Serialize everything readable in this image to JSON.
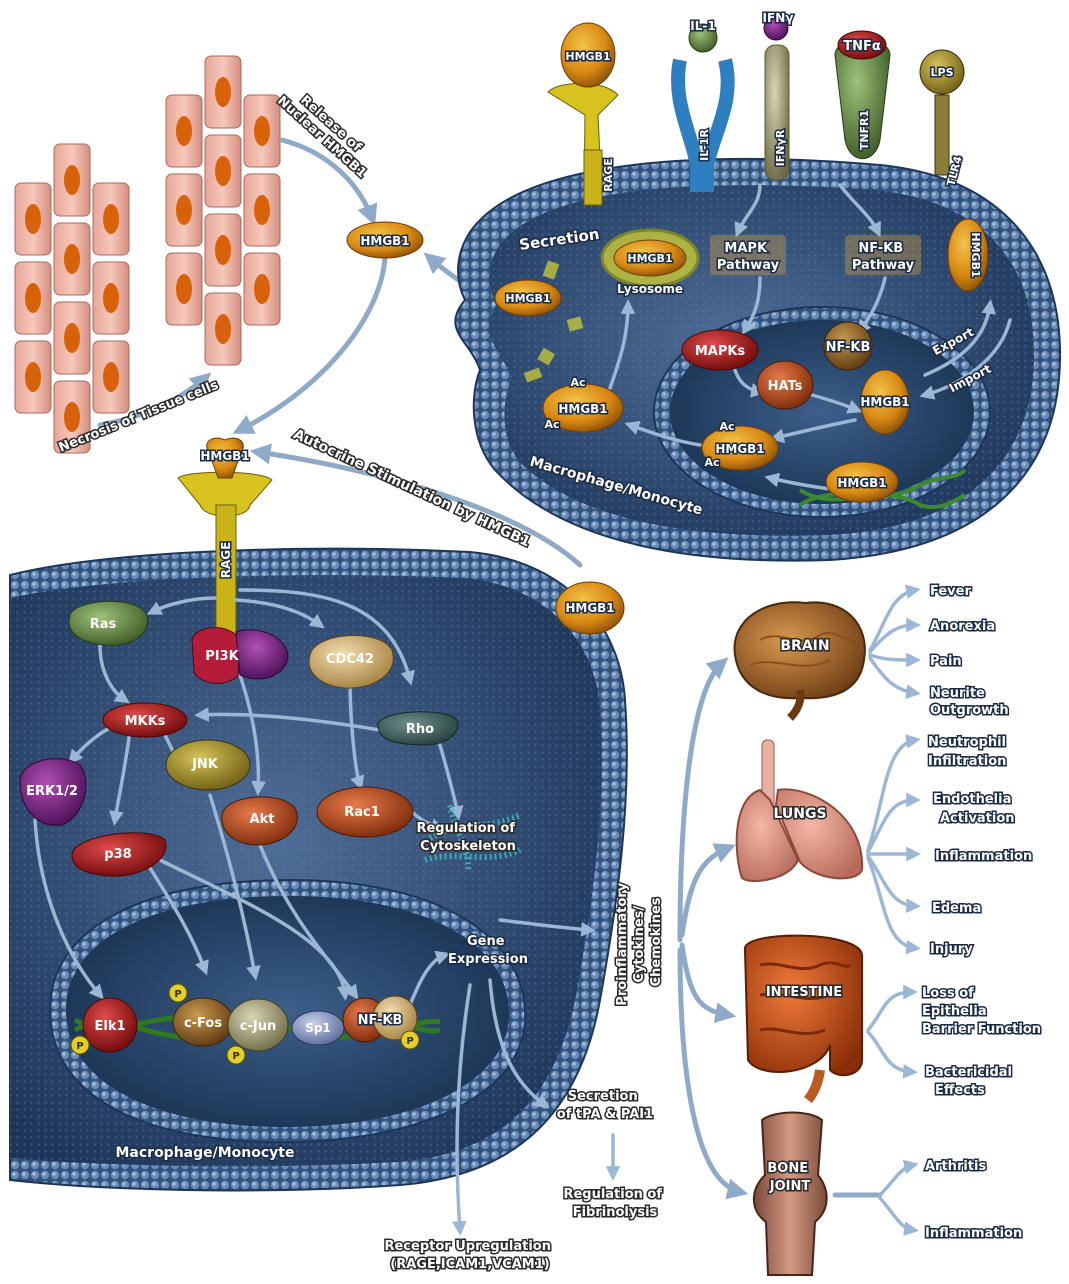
{
  "cells": {
    "release_label": [
      "Release of",
      "Nuclear HMGB1"
    ],
    "necrosis_label": "Necrosis of Tissue cells",
    "autocrine_label": "Autocrine Stimulation by HMGB1"
  },
  "top_cell": {
    "receptors": {
      "hmgb1": "HMGB1",
      "rage": "RAGE",
      "il1": "IL-1",
      "il1r": "IL-1R",
      "ifng": "IFNγ",
      "ifngr": "IFNγR",
      "tnfa": "TNFα",
      "tnfr1": "TNFR1",
      "lps": "LPS",
      "tlr4": "TLR4"
    },
    "secretion": "Secretion",
    "lysosome": "Lysosome",
    "mapk_pathway": [
      "MAPK",
      "Pathway"
    ],
    "nfkb_pathway": [
      "NF-KB",
      "Pathway"
    ],
    "export": "Export",
    "import": "Import",
    "mapks": "MAPKs",
    "nfkb": "NF-KB",
    "hats": "HATs",
    "hmgb1": "HMGB1",
    "ac": "Ac",
    "cell_label": "Macrophage/Monocyte"
  },
  "free_hmgb1": "HMGB1",
  "bottom_cell": {
    "rage": "RAGE",
    "ras": "Ras",
    "pi3k": "PI3K",
    "cdc42": "CDC42",
    "mkks": "MKKs",
    "rho": "Rho",
    "erk": "ERK1/2",
    "jnk": "JNK",
    "akt": "Akt",
    "rac1": "Rac1",
    "p38": "p38",
    "cytoskeleton": [
      "Regulation of",
      "Cytoskeleton"
    ],
    "gene_expression": [
      "Gene",
      "Expression"
    ],
    "elk1": "Elk1",
    "cfos": "c-Fos",
    "cjun": "c-Jun",
    "sp1": "Sp1",
    "nfkb": "NF-KB",
    "p": "P",
    "cell_label": "Macrophage/Monocyte"
  },
  "outputs": {
    "cytokines": [
      "Proinflammatory",
      "Cytokines/",
      "Chemokines"
    ],
    "secretion_tpa": [
      "Secretion",
      "of tPA & PAI1"
    ],
    "fibrinolysis": [
      "Regulation of",
      "Fibrinolysis"
    ],
    "receptor_up": [
      "Receptor Upregulation",
      "(RAGE,ICAM1,VCAM1)"
    ]
  },
  "organs": {
    "brain": {
      "label": "BRAIN",
      "effects": [
        "Fever",
        "Anorexia",
        "Pain",
        "Neurite|Outgrowth"
      ]
    },
    "lungs": {
      "label": "LUNGS",
      "effects": [
        "Neutrophil|Infiltration",
        "Endothelia|Activation",
        "Inflammation",
        "Edema",
        "Injury"
      ]
    },
    "intestine": {
      "label": "INTESTINE",
      "effects": [
        "Loss of|Epithelia|Barrier Function",
        "Bactericidal|Effects"
      ]
    },
    "bone": {
      "label": [
        "BONE",
        "JOINT"
      ],
      "effects": [
        "Arthritis",
        "Inflammation"
      ]
    }
  }
}
